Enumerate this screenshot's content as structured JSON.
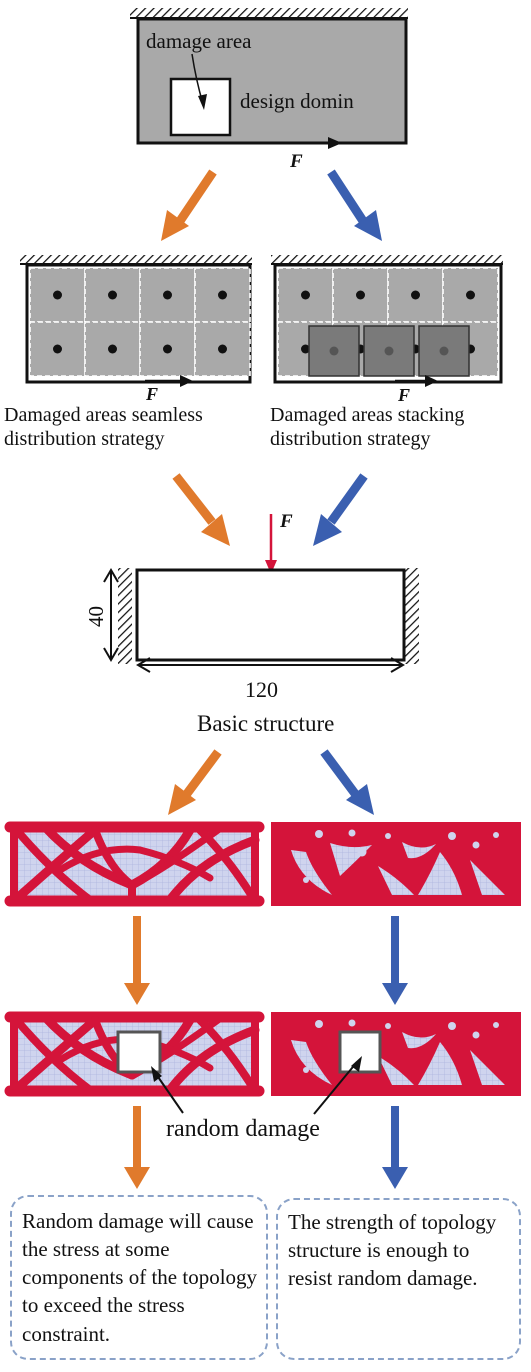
{
  "top_panel": {
    "damage_area_label": "damage area",
    "design_domain_label": "design domin",
    "force_label": "F"
  },
  "left_strategy": {
    "force_label": "F",
    "caption_line1": "Damaged areas seamless",
    "caption_line2": "distribution strategy"
  },
  "right_strategy": {
    "force_label": "F",
    "caption_line1": "Damaged areas stacking",
    "caption_line2": "distribution strategy"
  },
  "basic_structure": {
    "force_label": "F",
    "height_label": "40",
    "width_label": "120",
    "caption": "Basic structure"
  },
  "random_damage_label": "random damage",
  "conclusions": {
    "left": "Random damage will cause the stress at some components of the topology to exceed the stress constraint.",
    "right": "The strength of topology structure is enough to resist random damage."
  },
  "colors": {
    "orange_arrow": "#e07a2c",
    "blue_arrow": "#3a5fb0",
    "topology_red": "#d4143a",
    "mesh_lavender": "#cfd4ee",
    "domain_gray": "#a9a9a9",
    "box_border": "#8aa2c8"
  }
}
